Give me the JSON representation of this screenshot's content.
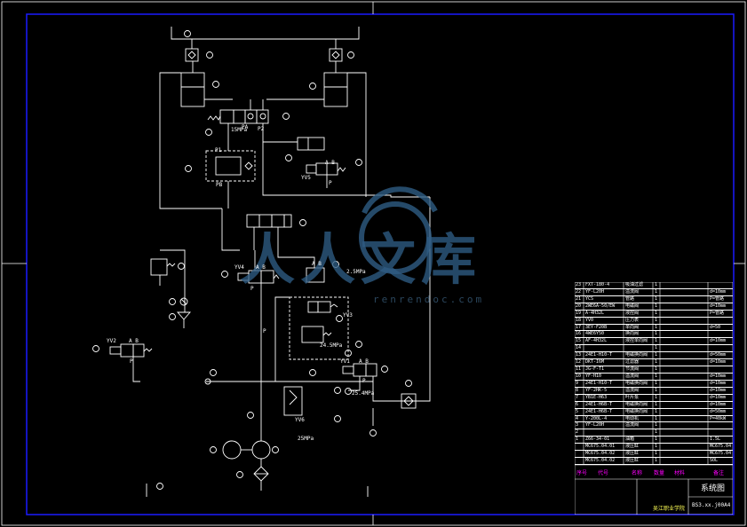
{
  "watermark": {
    "cn": "人人文库",
    "url": "renrendoc.com"
  },
  "title_block": {
    "drawing_title": "系统图",
    "drawing_number": "BS3.xx.j00A4",
    "school": "吴江职业学院"
  },
  "labels": {
    "p1": "P1",
    "p2": "P2",
    "pa": "PA",
    "pb": "PB",
    "p_main": "P",
    "p_yv4": "P",
    "p_yv2": "P",
    "p_yv1": "P",
    "p_yv5": "P",
    "yv1": "YV1",
    "yv2": "YV2",
    "yv3": "YV3",
    "yv4": "YV4",
    "yv5": "YV5",
    "yv6": "YV6",
    "ab_yv2": "A B",
    "ab_yv4": "A B",
    "ab_yv1": "A B",
    "ab_yv5": "A B",
    "ab_top": "A B",
    "pressure_a": "15MPa",
    "pressure_b": "2.5MPa",
    "pressure_c": "24.5MPa",
    "pressure_d": "25.4MPa",
    "pressure_e": "4MPa",
    "pressure_f": "25MPa"
  },
  "bom_rows": [
    {
      "no": "23",
      "code": "FXT-180-4",
      "name": "吸油过滤",
      "qty": "1",
      "note": ""
    },
    {
      "no": "22",
      "code": "YF-L20H",
      "name": "溢流阀",
      "qty": "1",
      "note": "d=10mm"
    },
    {
      "no": "21",
      "code": "YCS",
      "name": "管路",
      "qty": "1",
      "note": "P=管路"
    },
    {
      "no": "20",
      "code": "2WE6A-50/EW",
      "name": "电磁阀",
      "qty": "1",
      "note": "d=10mm"
    },
    {
      "no": "19",
      "code": "A-4H32L",
      "name": "液控阀",
      "qty": "1",
      "note": "P=管路"
    },
    {
      "no": "18",
      "code": "YV0",
      "name": "压力表",
      "qty": "1",
      "note": ""
    },
    {
      "no": "17",
      "code": "3EY-F20B",
      "name": "单向阀",
      "qty": "1",
      "note": "d=50"
    },
    {
      "no": "16",
      "code": "4WE6Y50",
      "name": "换向阀",
      "qty": "1",
      "note": ""
    },
    {
      "no": "15",
      "code": "AF-4H32L",
      "name": "液控单向阀",
      "qty": "1",
      "note": "d=10mm"
    },
    {
      "no": "14",
      "code": "",
      "name": "",
      "qty": "1",
      "note": ""
    },
    {
      "no": "13",
      "code": "24E1-H10-T",
      "name": "电磁换向阀",
      "qty": "1",
      "note": "d=50mm"
    },
    {
      "no": "12",
      "code": "DKT-I6M",
      "name": "过滤器",
      "qty": "1",
      "note": "d=10mm"
    },
    {
      "no": "11",
      "code": "JG-F-T1",
      "name": "节流阀",
      "qty": "1",
      "note": ""
    },
    {
      "no": "10",
      "code": "YF-H10",
      "name": "溢流阀",
      "qty": "1",
      "note": "d=10mm"
    },
    {
      "no": "9",
      "code": "24E1-H10-T",
      "name": "电磁换向阀",
      "qty": "1",
      "note": "d=10mm"
    },
    {
      "no": "8",
      "code": "YF-2HK-5",
      "name": "溢流阀",
      "qty": "1",
      "note": "d=10mm"
    },
    {
      "no": "7",
      "code": "YB1E-H63",
      "name": "叶片泵",
      "qty": "1",
      "note": "d=10mm"
    },
    {
      "no": "6",
      "code": "24E1-H6B-T",
      "name": "电磁换向阀",
      "qty": "1",
      "note": "d=10mm"
    },
    {
      "no": "5",
      "code": "24E1-H6B-T",
      "name": "电磁换向阀",
      "qty": "1",
      "note": "d=50mm"
    },
    {
      "no": "4",
      "code": "Y-200L-4",
      "name": "电动机",
      "qty": "1",
      "note": "P=40kW"
    },
    {
      "no": "3",
      "code": "YF-L20H",
      "name": "溢流阀",
      "qty": "1",
      "note": ""
    },
    {
      "no": "2",
      "code": "",
      "name": "",
      "qty": "1",
      "note": ""
    },
    {
      "no": "1",
      "code": "Z66-34-01",
      "name": "油箱",
      "qty": "1",
      "note": "1.5L"
    },
    {
      "no": "",
      "code": "MC675.04.01",
      "name": "液压缸",
      "qty": "1",
      "note": "MC675.04"
    },
    {
      "no": "",
      "code": "MC675.04.02",
      "name": "液压缸",
      "qty": "1",
      "note": "MC675.04"
    },
    {
      "no": "",
      "code": "MC675.04.02",
      "name": "液压缸",
      "qty": "1",
      "note": "SOL"
    }
  ],
  "bom_header": {
    "no": "序号",
    "code": "代号",
    "name": "名称",
    "qty": "数量",
    "material": "材料",
    "note": "备注"
  }
}
